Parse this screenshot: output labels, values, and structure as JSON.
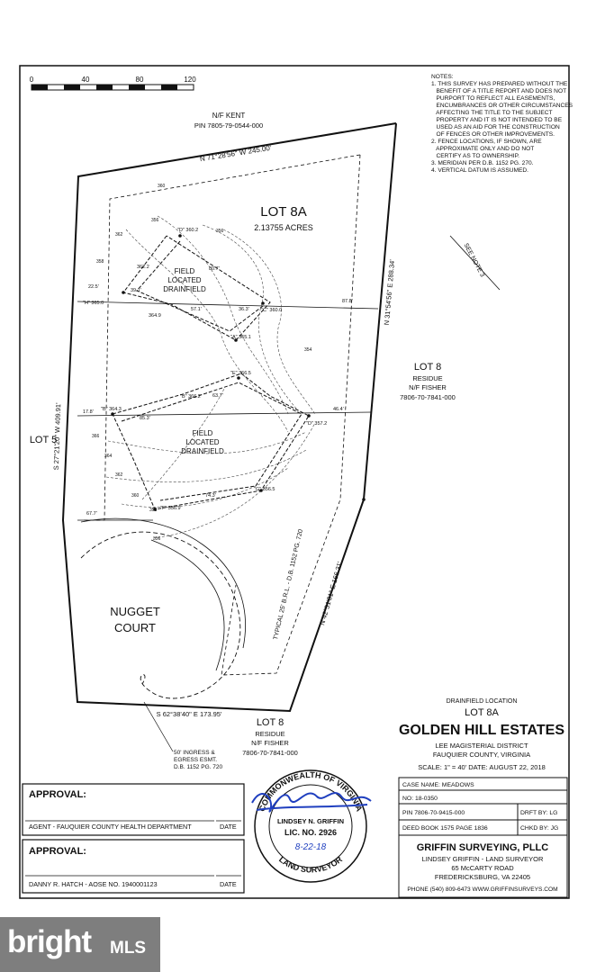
{
  "scale_bar": {
    "ticks": [
      "0",
      "40",
      "80",
      "120"
    ]
  },
  "notes": {
    "lines": [
      "NOTES:",
      "1. THIS SURVEY HAS PREPARED WITHOUT THE",
      "   BENEFIT OF A TITLE REPORT AND DOES NOT",
      "   PURPORT TO REFLECT ALL EASEMENTS,",
      "   ENCUMBRANCES OR OTHER CIRCUMSTANCES",
      "   AFFECTING THE TITLE TO THE SUBJECT",
      "   PROPERTY AND IT IS NOT INTENDED TO BE",
      "   USED AS AN AID FOR THE CONSTRUCTION",
      "   OF FENCES OR OTHER IMPROVEMENTS.",
      "2. FENCE LOCATIONS, IF SHOWN, ARE",
      "   APPROXIMATE ONLY AND DO NOT",
      "   CERTIFY AS TO OWNERSHIP.",
      "3. MERIDIAN PER D.B. 1152 PG. 270.",
      "4. VERTICAL DATUM IS ASSUMED."
    ]
  },
  "labels": {
    "nf_kent": "N/F KENT",
    "pin_kent": "PIN 7805-79-0544-000",
    "north_bearing": "N 71°28'56\" W 245.00'",
    "lot_title": "LOT 8A",
    "lot_acres": "2.13755 ACRES",
    "see_note": "SEE NOTE 3",
    "field1_a": "FIELD",
    "field1_b": "LOCATED",
    "field1_c": "DRAINFIELD",
    "field2_a": "FIELD",
    "field2_b": "LOCATED",
    "field2_c": "DRAINFIELD",
    "east_bearing_upper": "N 31°54'56\" E 288.34'",
    "lot8_title": "LOT 8",
    "lot8_residue": "RESIDUE",
    "lot8_owner": "N/F FISHER",
    "lot8_pin": "7806-70-7841-000",
    "lot5": "LOT 5",
    "west_bearing": "S 27°21'20\" W 409.91'",
    "street_a": "NUGGET",
    "street_b": "COURT",
    "brl": "TYPICAL 25' B.R.L. - D.B. 1152 PG. 720",
    "east_bearing_lower": "N 42°51'01\" E 166.31'",
    "south_bearing": "S 62°38'40\" E 173.95'",
    "lot8b_title": "LOT 8",
    "lot8b_residue": "RESIDUE",
    "lot8b_owner": "N/F FISHER",
    "lot8b_pin": "7806-70-7841-000",
    "ingress_a": "50' INGRESS &",
    "ingress_b": "EGRESS ESMT.",
    "ingress_c": "D.B. 1152 PG. 720",
    "dims": [
      "22.5'",
      "87.8'",
      "46.4'",
      "17.8'",
      "67.7'",
      "57.1'",
      "39.1'",
      "74.3'",
      "63.7'",
      "80.7'",
      "85.3'",
      "36.3'"
    ],
    "points": [
      "\"D\" 360.2",
      "\"C\" 360.0",
      "\"A\" 365.1",
      "\"E\" 366.5",
      "\"B\" 364.3",
      "\"D\" 357.2",
      "\"F\" 356.9",
      "\"G\" 356.5",
      "\"H\" 365.0",
      "364.9",
      "362.2",
      "\"B\" 366.2"
    ],
    "contours": [
      "360",
      "356",
      "362",
      "358",
      "366",
      "364",
      "362",
      "360",
      "358",
      "356",
      "354",
      "356"
    ]
  },
  "title_block": {
    "drainfield_location": "DRAINFIELD LOCATION",
    "lot": "LOT 8A",
    "subdivision": "GOLDEN HILL ESTATES",
    "district": "LEE MAGISTERIAL DISTRICT",
    "county": "FAUQUIER COUNTY, VIRGINIA",
    "scale_date": "SCALE: 1\" = 40'  DATE: AUGUST 22, 2018",
    "case_name": "CASE NAME: MEADOWS",
    "case_no": "NO: 18-0350",
    "pin": "PIN 7806-70-9415-000",
    "drft": "DRFT BY: LG",
    "deed": "DEED BOOK 1575 PAGE 1836",
    "chkd": "CHKD BY: JG",
    "company": "GRIFFIN SURVEYING, PLLC",
    "surveyor": "LINDSEY GRIFFIN - LAND SURVEYOR",
    "address1": "65 McCARTY ROAD",
    "address2": "FREDERICKSBURG, VA 22405",
    "contact": "PHONE (540) 809-6473 WWW.GRIFFINSURVEYS.COM"
  },
  "seal": {
    "top_text": "COMMONWEALTH OF VIRGINIA",
    "name": "LINDSEY N. GRIFFIN",
    "lic": "LIC. NO. 2926",
    "date": "8-22-18",
    "bottom_text": "LAND SURVEYOR",
    "color": "#1f3fbf"
  },
  "approvals": [
    {
      "title": "APPROVAL:",
      "signer": "AGENT - FAUQUIER COUNTY HEALTH DEPARTMENT",
      "date_label": "DATE"
    },
    {
      "title": "APPROVAL:",
      "signer": "DANNY R. HATCH - AOSE NO. 1940001123",
      "date_label": "DATE"
    }
  ],
  "watermark": {
    "brand": "bright",
    "suffix": "MLS"
  }
}
